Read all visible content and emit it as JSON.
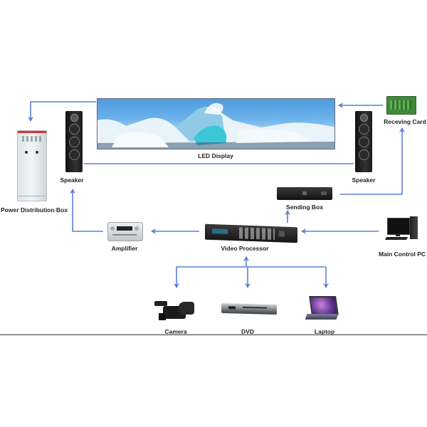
{
  "diagram": {
    "title": "LED Display System Connection Diagram",
    "colors": {
      "connector": "#5b7fd6",
      "text": "#222222"
    },
    "nodes": {
      "led_display": {
        "label": "LED Display"
      },
      "speaker_left": {
        "label": "Speaker"
      },
      "speaker_right": {
        "label": "Speaker"
      },
      "power_box": {
        "label": "Power Distribution Box"
      },
      "receiving_card": {
        "label": "Receving Card"
      },
      "sending_box": {
        "label": "Sending Box"
      },
      "main_pc": {
        "label": "Main Control PC"
      },
      "video_processor": {
        "label": "Video Processor"
      },
      "amplifier": {
        "label": "Amplifier"
      },
      "camera": {
        "label": "Camera"
      },
      "dvd": {
        "label": "DVD"
      },
      "laptop": {
        "label": "Laptop"
      }
    },
    "connections": [
      {
        "from": "LED Display",
        "to": "Power Distribution Box"
      },
      {
        "from": "Receving Card",
        "to": "LED Display"
      },
      {
        "from": "Sending Box",
        "to": "Receving Card"
      },
      {
        "from": "Video Processor",
        "to": "Sending Box"
      },
      {
        "from": "Main Control PC",
        "to": "Video Processor"
      },
      {
        "from": "Video Processor",
        "to": "Amplifier"
      },
      {
        "from": "Amplifier",
        "to": "Speaker"
      },
      {
        "from": "Speaker",
        "to": "Speaker"
      },
      {
        "from": "Video Processor",
        "to": "Camera"
      },
      {
        "from": "Video Processor",
        "to": "DVD"
      },
      {
        "from": "Video Processor",
        "to": "Laptop"
      }
    ]
  }
}
